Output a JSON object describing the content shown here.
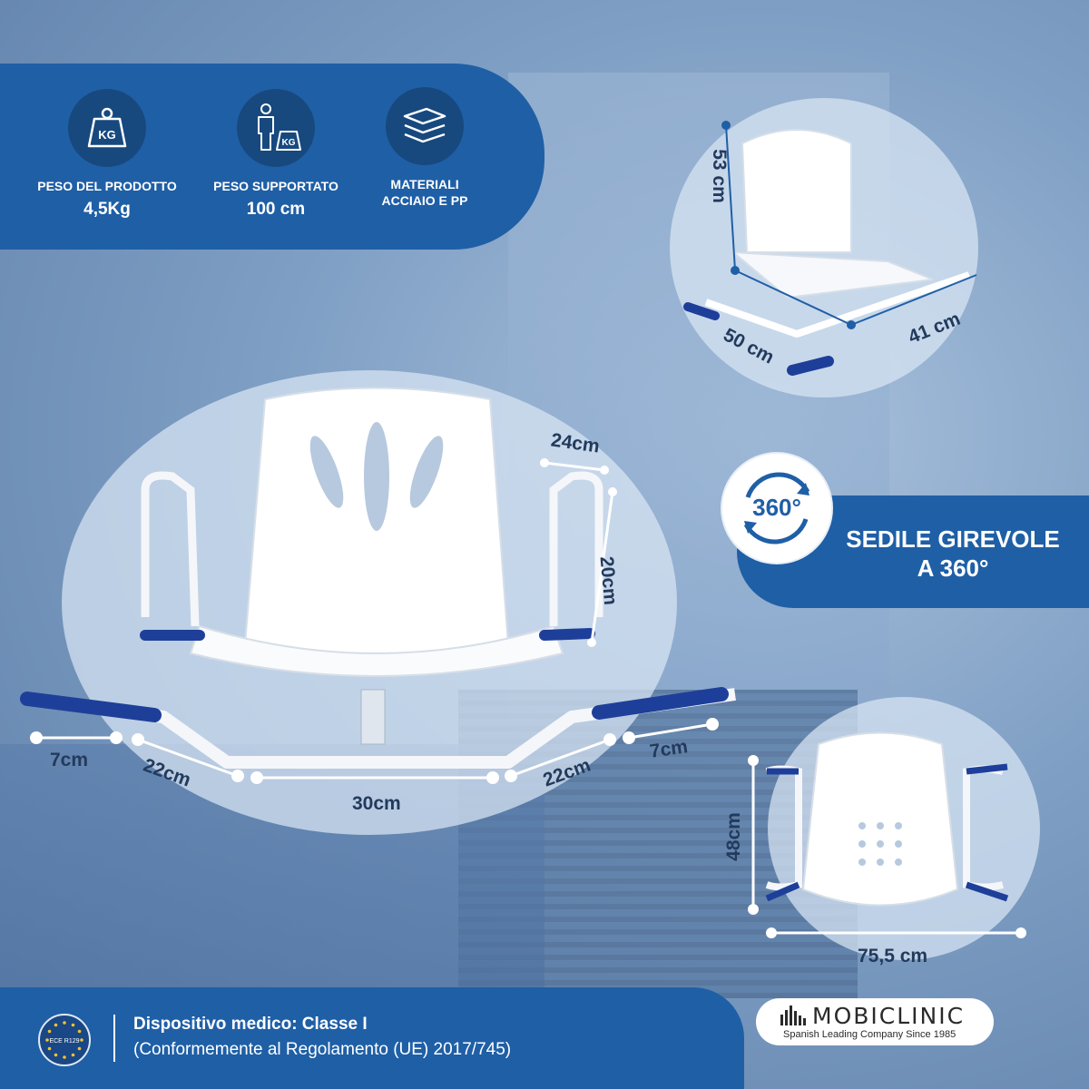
{
  "specs": [
    {
      "icon": "weight-kg-icon",
      "label": "PESO DEL PRODOTTO",
      "value": "4,5Kg"
    },
    {
      "icon": "person-weight-icon",
      "label": "PESO SUPPORTATO",
      "value": "100 cm"
    },
    {
      "icon": "material-layers-icon",
      "label_line1": "MATERIALI",
      "label_line2": "ACCIAIO E PP"
    }
  ],
  "icon_text": {
    "kg": "KG"
  },
  "top_right_dims": {
    "height": "53 cm",
    "depth": "50 cm",
    "width": "41 cm"
  },
  "main_dims": {
    "arm_width": "24cm",
    "arm_height": "20cm",
    "handle_left": "7cm",
    "side_left": "22cm",
    "center": "30cm",
    "side_right": "22cm",
    "handle_right": "7cm"
  },
  "bottom_right_dims": {
    "depth": "48cm",
    "width": "75,5 cm"
  },
  "swivel": {
    "badge": "360°",
    "title_line1": "SEDILE GIREVOLE",
    "title_line2": "A 360°"
  },
  "footer": {
    "line1": "Dispositivo medico: Classe I",
    "line2": "(Conformemente al Regolamento (UE) 2017/745)",
    "badge_text": "ECE R129"
  },
  "brand": {
    "name": "MOBICLINIC",
    "tagline": "Spanish Leading Company Since 1985"
  },
  "colors": {
    "primary": "#1f5fa6",
    "dark": "#17497f",
    "handle_blue": "#1e3f99"
  }
}
